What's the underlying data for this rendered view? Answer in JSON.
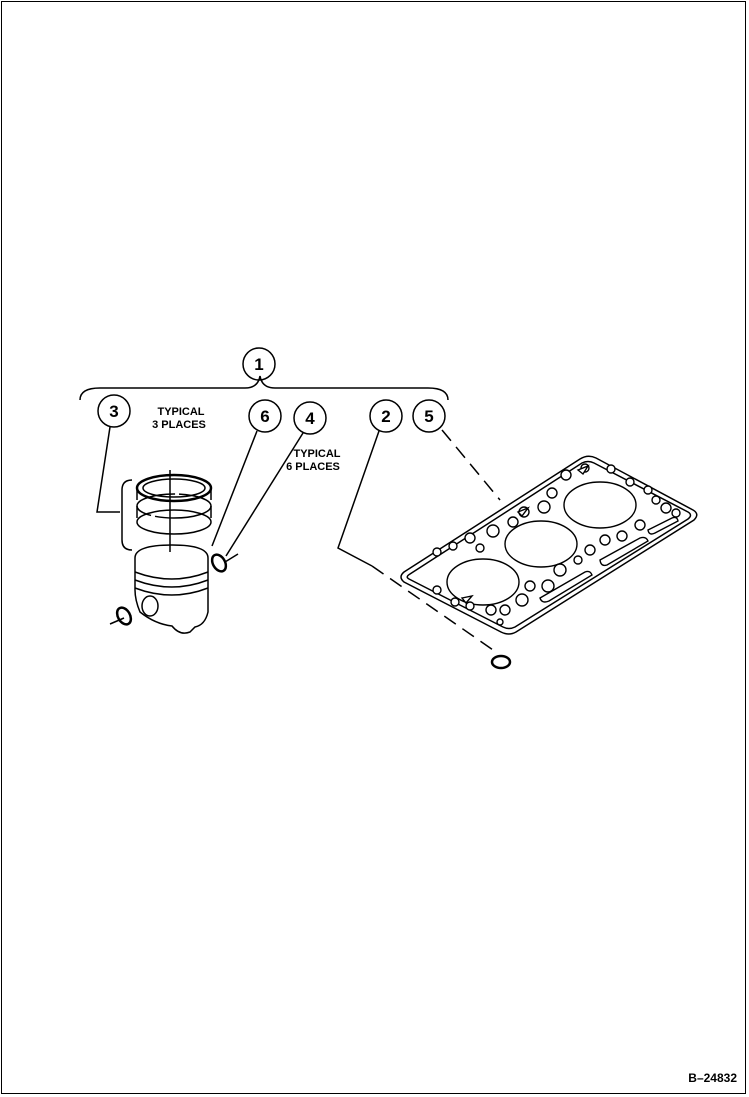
{
  "callouts": [
    {
      "label": "1"
    },
    {
      "label": "2"
    },
    {
      "label": "3"
    },
    {
      "label": "4"
    },
    {
      "label": "5"
    },
    {
      "label": "6"
    }
  ],
  "notes": {
    "rings": {
      "line1": "TYPICAL",
      "line2": "3 PLACES"
    },
    "clips": {
      "line1": "TYPICAL",
      "line2": "6 PLACES"
    }
  },
  "figure_id": "B–24832"
}
